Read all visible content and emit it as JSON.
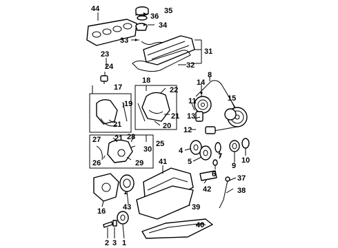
{
  "callouts": [
    "1",
    "2",
    "3",
    "4",
    "5",
    "6",
    "7",
    "8",
    "9",
    "10",
    "11",
    "12",
    "13",
    "14",
    "15",
    "16",
    "17",
    "18",
    "19",
    "20",
    "21",
    "21",
    "21",
    "22",
    "23",
    "24",
    "25",
    "26",
    "27",
    "28",
    "29",
    "30",
    "31",
    "32",
    "33",
    "34",
    "35",
    "36",
    "37",
    "38",
    "39",
    "40",
    "41",
    "42",
    "43",
    "44"
  ]
}
